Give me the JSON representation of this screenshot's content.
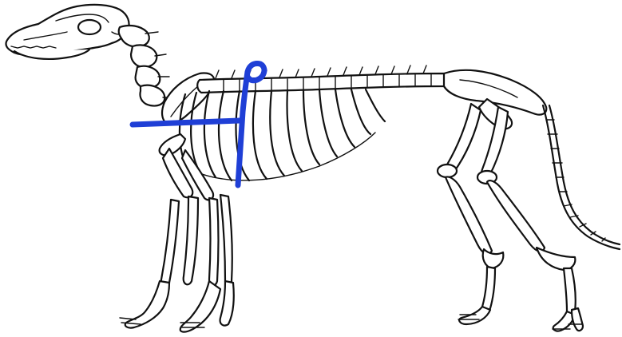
{
  "image": {
    "subject": "dog-skeleton-lateral-view",
    "background_color": "#ffffff",
    "outline_color": "#111111"
  },
  "annotations": {
    "marker_color": "#1f3fd6",
    "marks": [
      {
        "kind": "horizontal-stroke",
        "icon": "blue-horizontal-line"
      },
      {
        "kind": "vertical-stroke-with-loop",
        "icon": "blue-vertical-line"
      }
    ]
  }
}
